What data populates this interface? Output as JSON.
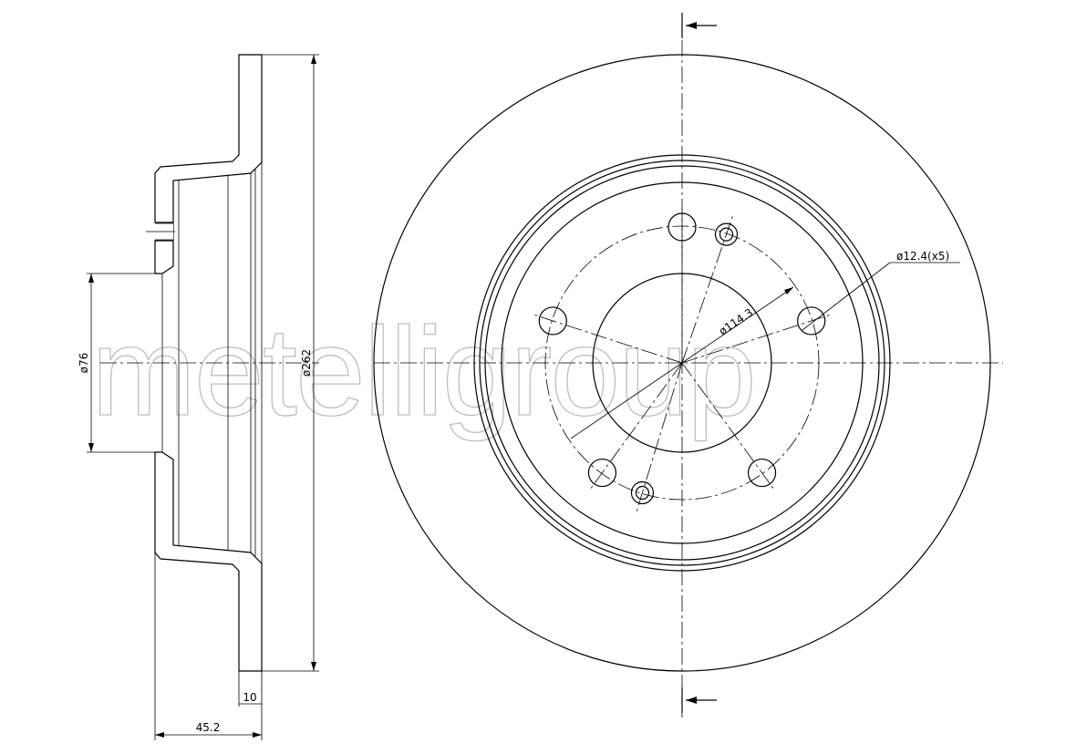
{
  "watermark": "metelligroup",
  "dimensions": {
    "hub_bore": "ø76",
    "outer_diameter": "ø262",
    "overall_height": "45.2",
    "disc_thickness": "10",
    "pitch_circle": "ø114.3",
    "bolt_holes": "ø12.4(x5)"
  },
  "colors": {
    "line": "#000000",
    "watermark": "#bdbdbd"
  }
}
